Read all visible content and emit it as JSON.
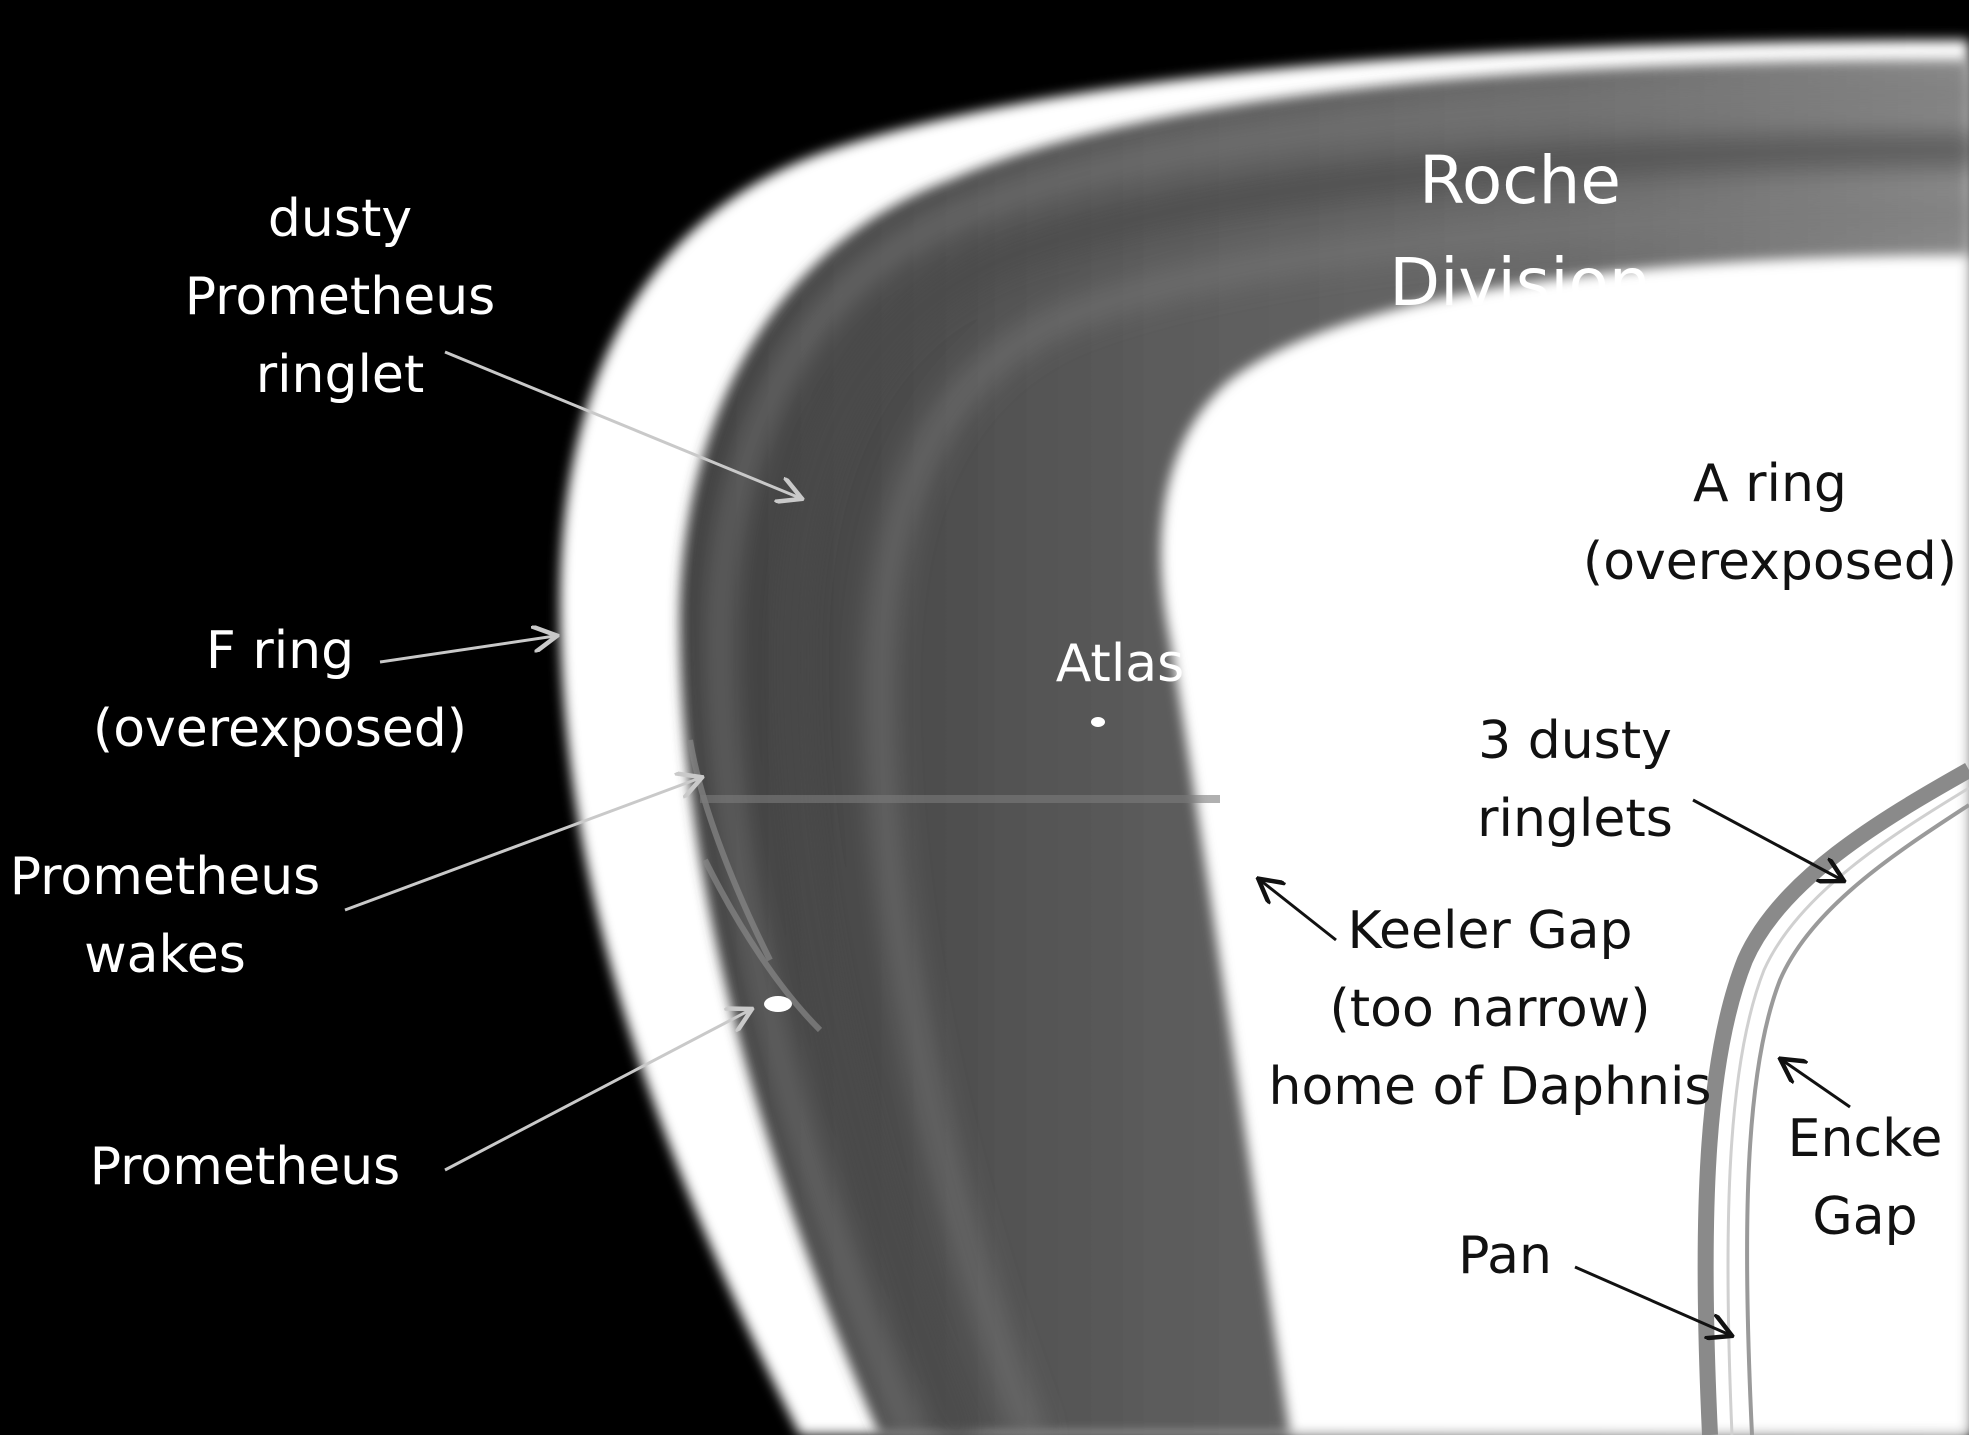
{
  "colors": {
    "space": "#000000",
    "overexposed": "#ffffff",
    "roche_gray": "#5a5a5a",
    "light_label": "#ffffff",
    "dark_label": "#111111",
    "light_arrow": "#c9c9c9",
    "dark_arrow": "#111111"
  },
  "labels": {
    "dusty_prometheus_ringlet": [
      "dusty",
      "Prometheus",
      "ringlet"
    ],
    "roche_division": [
      "Roche",
      "Division"
    ],
    "a_ring": [
      "A ring",
      "(overexposed)"
    ],
    "f_ring": [
      "F ring",
      "(overexposed)"
    ],
    "atlas": [
      "Atlas"
    ],
    "three_dusty_ringlets": [
      "3 dusty",
      "ringlets"
    ],
    "prometheus_wakes": [
      "Prometheus",
      "wakes"
    ],
    "keeler_gap": [
      "Keeler Gap",
      "(too narrow)",
      "home of Daphnis"
    ],
    "encke_gap": [
      "Encke",
      "Gap"
    ],
    "pan": [
      "Pan"
    ],
    "prometheus": [
      "Prometheus"
    ]
  }
}
